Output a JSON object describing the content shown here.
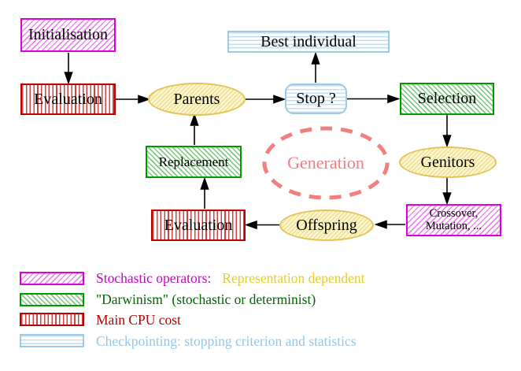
{
  "nodes": {
    "initialisation": {
      "label": "Initialisation"
    },
    "evaluation_top": {
      "label": "Evaluation"
    },
    "best_individual": {
      "label": "Best individual"
    },
    "parents": {
      "label": "Parents"
    },
    "stop": {
      "label": "Stop ?"
    },
    "selection": {
      "label": "Selection"
    },
    "replacement": {
      "label": "Replacement"
    },
    "generation": {
      "label": "Generation"
    },
    "genitors": {
      "label": "Genitors"
    },
    "offspring": {
      "label": "Offspring"
    },
    "evaluation_bottom": {
      "label": "Evaluation"
    },
    "crossover": {
      "label_line1": "Crossover,",
      "label_line2": "Mutation, ..."
    }
  },
  "legend": {
    "stochastic": {
      "label": "Stochastic operators:",
      "label_suffix": "Representation dependent"
    },
    "darwinism": {
      "label": "\"Darwinism\" (stochastic or determinist)"
    },
    "cpu": {
      "label": "Main CPU cost"
    },
    "checkpointing": {
      "label": "Checkpointing: stopping criterion and statistics"
    }
  },
  "colors": {
    "magenta": "#dd00dd",
    "red": "#bb0000",
    "green": "#009900",
    "light_blue": "#9fcae4",
    "yellow_ellipse_border": "#e2c558",
    "salmon": "#f08080",
    "legend_magenta_text": "#cc00cc",
    "legend_yellow_text": "#e8cc2e",
    "legend_green_text": "#006600",
    "legend_red_text": "#bb0000",
    "legend_blue_text": "#97c6e8",
    "arrow": "#000000"
  }
}
